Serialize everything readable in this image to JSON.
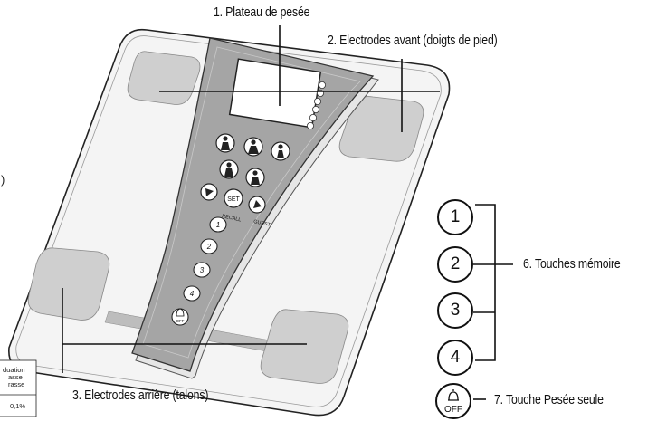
{
  "labels": {
    "plateau": "1. Plateau de pesée",
    "electrodes_avant": "2. Electrodes avant (doigts de pied)",
    "electrodes_arriere": "3. Electrodes arrière (talons)",
    "touches_memoire": "6. Touches mémoire",
    "touche_pesee": "7. Touche Pesée seule"
  },
  "memory_keys": [
    "1",
    "2",
    "3",
    "4"
  ],
  "off_key_label": "OFF",
  "console": {
    "set_label": "SET",
    "recall_label": "RECALL",
    "guest_label": "GUEST",
    "keys": [
      "1",
      "2",
      "3",
      "4"
    ],
    "off_label": "OFF"
  },
  "clipped_table": {
    "line1": "duation",
    "line2": "asse",
    "line3": "rasse",
    "value": "0,1%"
  },
  "clipped_paren": ")",
  "icons": [
    "user-profile-icon",
    "bell-icon",
    "triangle-left-icon",
    "triangle-right-icon"
  ]
}
